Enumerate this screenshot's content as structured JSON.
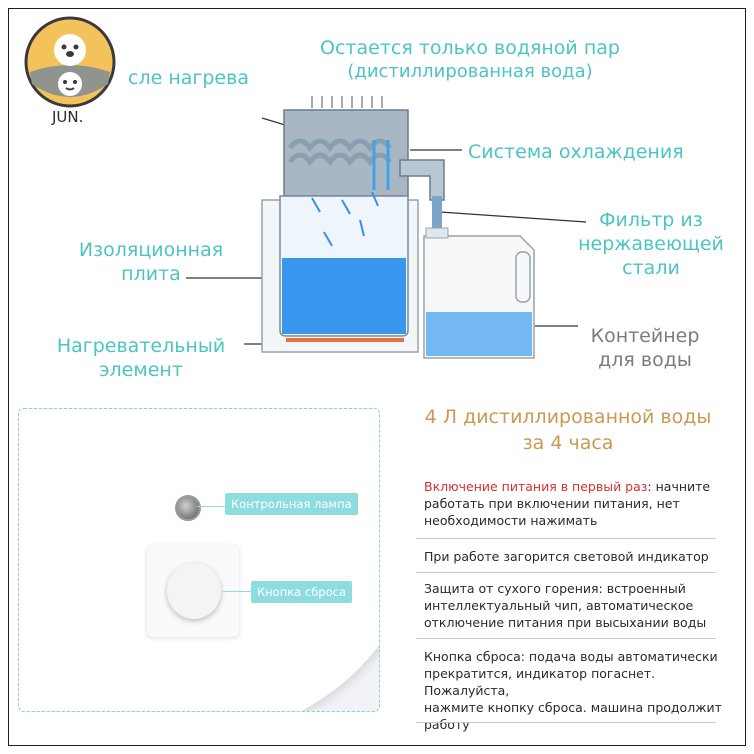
{
  "logo": {
    "text": "JUN."
  },
  "diagram": {
    "top_label_line1": "Остается только водяной пар",
    "top_label_line2": "(дистиллированная вода)",
    "after_heating": "сле нагрева",
    "cooling_system": "Система охлаждения",
    "filter_line1": "Фильтр из",
    "filter_line2": "нержавеющей",
    "filter_line3": "стали",
    "insulation_line1": "Изоляционная",
    "insulation_line2": "плита",
    "heating_line1": "Нагревательный",
    "heating_line2": "элемент",
    "container_line1": "Контейнер",
    "container_line2": "для воды"
  },
  "headline": {
    "line1": "4 Л дистиллированной воды",
    "line2": "за 4 часа"
  },
  "photo": {
    "indicator_tag": "Контрольная лампа",
    "reset_tag": "Кнопка сброса"
  },
  "notes": {
    "n1_red": "Включение питания в первый раз",
    "n1_rest_a": ": начните",
    "n1_line2": "работать при включении питания, нет",
    "n1_line3": "необходимости нажимать",
    "n2": "При работе загорится световой индикатор",
    "n3_line1": "Защита от сухого горения: встроенный",
    "n3_line2": "интеллектуальный чип, автоматическое",
    "n3_line3": "отключение питания при высыхании воды",
    "n4_line1": "Кнопка сброса: подача воды автоматически",
    "n4_line2": "прекратится, индикатор погаснет. Пожалуйста,",
    "n4_line3": "нажмите кнопку сброса. машина продолжит",
    "n4_line4": "работу"
  },
  "colors": {
    "teal_label": "#4cc4c6",
    "gray_label": "#7b7b7b",
    "headline": "#c79a55",
    "red_text": "#d4322e",
    "water_blue": "#2f8ff0",
    "heater_orange": "#e0733a"
  }
}
